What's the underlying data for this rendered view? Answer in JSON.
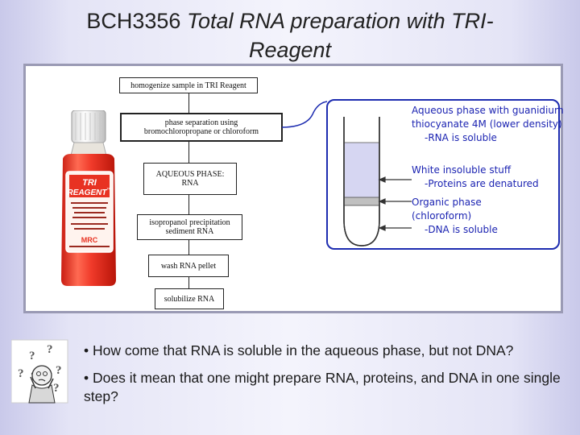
{
  "slide": {
    "title_prefix": "BCH3356",
    "title_rest_line1": "Total RNA preparation with TRI-",
    "title_rest_line2": "Reagent"
  },
  "figure": {
    "bottle": {
      "logo_line1": "TRI",
      "logo_line2": "REAGENT",
      "tm": "™",
      "brand": "MRC"
    },
    "flow_steps": [
      {
        "line1": "homogenize sample in TRI Reagent",
        "line2": ""
      },
      {
        "line1": "phase separation using",
        "line2": "bromochloropropane or chloroform"
      },
      {
        "line1": "AQUEOUS PHASE:",
        "line2": "RNA"
      },
      {
        "line1": "isopropanol precipitation",
        "line2": "sediment RNA"
      },
      {
        "line1": "wash RNA pellet",
        "line2": ""
      },
      {
        "line1": "solubilize RNA",
        "line2": ""
      }
    ],
    "tube_annotations": {
      "aqueous_line1": "Aqueous phase with guanidium",
      "aqueous_line2": "thiocyanate 4M (lower density)",
      "aqueous_line3": "-RNA is soluble",
      "interphase_line1": "White insoluble stuff",
      "interphase_line2": "-Proteins are denatured",
      "organic_line1": "Organic phase",
      "organic_line2": "(chloroform)",
      "organic_line3": "-DNA is soluble"
    },
    "colors": {
      "annotation_text": "#1c24b2",
      "aqueous_phase": "#d6d6f2",
      "interphase": "#c0c0c0",
      "bottle_body": "#f03a2a"
    }
  },
  "bullets": [
    "• How come that RNA is soluble in the aqueous phase, but not DNA?",
    "• Does it mean that one might prepare RNA, proteins, and DNA in one single step?"
  ],
  "cartoon": {
    "icon": "confused-person-question-marks",
    "marks": [
      "?",
      "?",
      "?",
      "?",
      "?",
      "?"
    ]
  }
}
